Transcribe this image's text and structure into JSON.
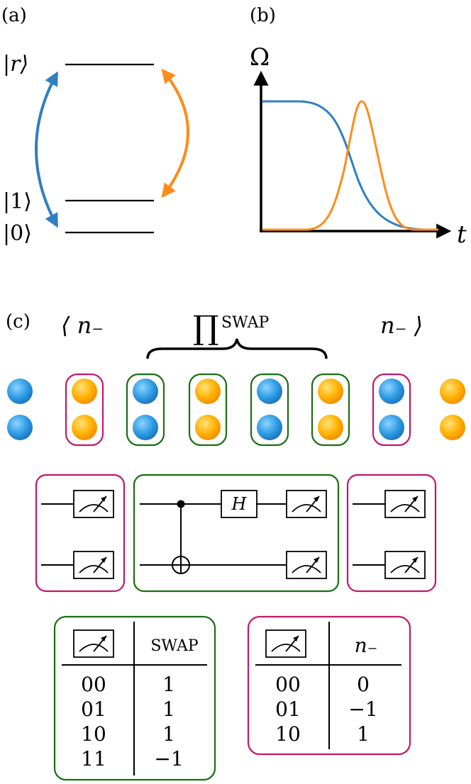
{
  "panel_labels": {
    "a": "(a)",
    "b": "(b)",
    "c": "(c)"
  },
  "levels": {
    "r": "|r⟩",
    "one": "|1⟩",
    "zero": "|0⟩"
  },
  "pulse_plot": {
    "y_axis_label": "Ω",
    "x_axis_label": "t"
  },
  "observable": {
    "left": "⟨ n₋",
    "right": "n₋ ⟩",
    "product_symbol": "∏",
    "product_label": "SWAP"
  },
  "gates": {
    "hadamard": "H"
  },
  "swap_table": {
    "header": "SWAP",
    "rows": [
      {
        "outcome": "00",
        "value": "1"
      },
      {
        "outcome": "01",
        "value": "1"
      },
      {
        "outcome": "10",
        "value": "1"
      },
      {
        "outcome": "11",
        "value": "−1"
      }
    ]
  },
  "n_table": {
    "header": "n₋",
    "rows": [
      {
        "outcome": "00",
        "value": "0"
      },
      {
        "outcome": "01",
        "value": "−1"
      },
      {
        "outcome": "10",
        "value": "1"
      }
    ]
  },
  "colors": {
    "blue": "#2f7fc1",
    "orange": "#ff8c1a",
    "green": "#1a6e12",
    "magenta": "#c2186b"
  }
}
